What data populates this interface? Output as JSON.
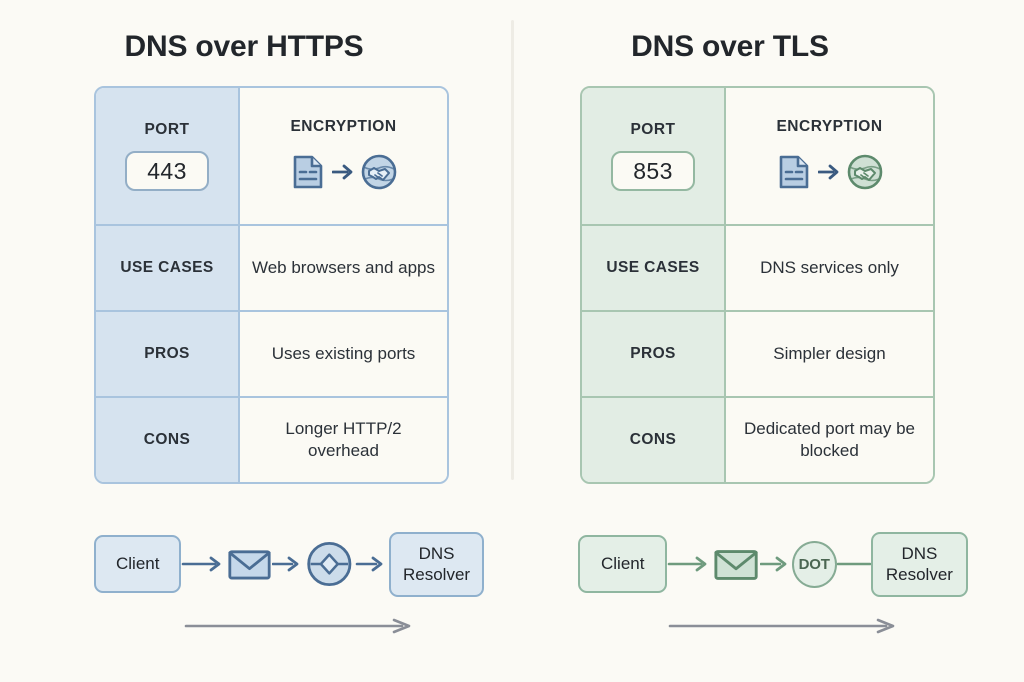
{
  "theme": {
    "background": "#fbfaf5",
    "blue_accent": "#5b7fa6",
    "blue_border": "#a9c4de",
    "blue_fill": "#d6e3ef",
    "green_accent": "#6f9b7e",
    "green_border": "#a8c6b1",
    "green_fill": "#e2ede4",
    "arrow_grey": "#8a8e97",
    "text": "#22262b"
  },
  "panels": [
    {
      "id": "doh",
      "title": "DNS over HTTPS",
      "table": {
        "header": {
          "label": "PORT",
          "port": "443",
          "value_label": "ENCRYPTION",
          "icons": [
            "document-icon",
            "arrow-right-icon",
            "handshake-globe-icon"
          ]
        },
        "rows": [
          {
            "label": "USE CASES",
            "value": "Web browsers and apps"
          },
          {
            "label": "PROS",
            "value": "Uses existing ports"
          },
          {
            "label": "CONS",
            "value": "Longer HTTP/2 overhead"
          }
        ]
      },
      "flow": {
        "client": "Client",
        "envelope": "envelope-icon",
        "badge": "encrypted-node-icon",
        "badge_label": "",
        "resolver": "DNS Resolver",
        "direction_arrow": "flow-direction-arrow"
      }
    },
    {
      "id": "dot",
      "title": "DNS over TLS",
      "table": {
        "header": {
          "label": "PORT",
          "port": "853",
          "value_label": "ENCRYPTION",
          "icons": [
            "document-icon",
            "arrow-right-icon",
            "handshake-globe-icon"
          ]
        },
        "rows": [
          {
            "label": "USE CASES",
            "value": "DNS services only"
          },
          {
            "label": "PROS",
            "value": "Simpler design"
          },
          {
            "label": "CONS",
            "value": "Dedicated port may be blocked"
          }
        ]
      },
      "flow": {
        "client": "Client",
        "envelope": "envelope-icon",
        "badge": "dot-badge",
        "badge_label": "DOT",
        "resolver": "DNS Resolver",
        "direction_arrow": "flow-direction-arrow"
      }
    }
  ]
}
